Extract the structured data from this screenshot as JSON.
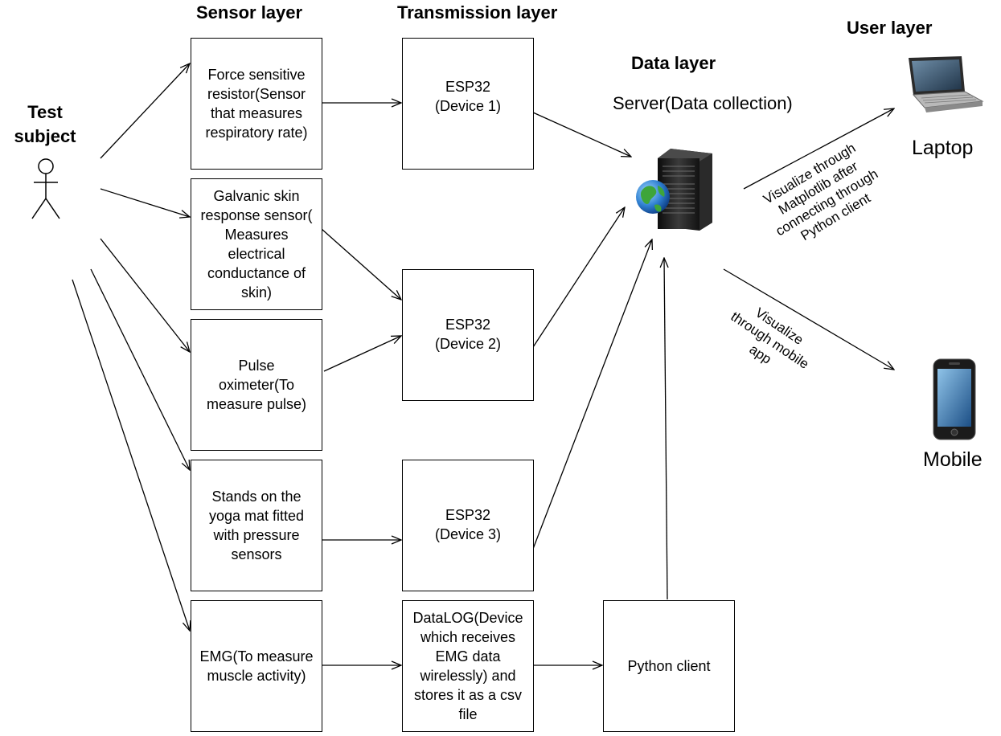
{
  "headers": {
    "sensor": "Sensor layer",
    "transmission": "Transmission layer",
    "data": "Data layer",
    "user": "User layer"
  },
  "actor": {
    "label": "Test\nsubject",
    "icon": "stick-figure-icon"
  },
  "sensors": [
    "Force sensitive\nresistor(Sensor\nthat measures\nrespiratory rate)",
    "Galvanic skin\nresponse sensor(\nMeasures\nelectrical\nconductance of\nskin)",
    "Pulse\noximeter(To\nmeasure pulse)",
    "Stands on the\nyoga mat fitted\nwith pressure\nsensors",
    "EMG(To measure\nmuscle activity)"
  ],
  "devices": [
    "ESP32\n(Device 1)",
    "ESP32\n(Device 2)",
    "ESP32\n(Device 3)",
    "DataLOG(Device\nwhich receives\nEMG data\nwirelessly) and\nstores it as a csv\nfile"
  ],
  "python_client": "Python client",
  "server": {
    "label": "Server(Data collection)",
    "icon": "server-globe-icon"
  },
  "laptop": {
    "label": "Laptop",
    "icon": "laptop-icon"
  },
  "mobile": {
    "label": "Mobile",
    "icon": "mobile-phone-icon"
  },
  "edge_labels": {
    "laptop": "Visualize through\nMatplotlib after\nconnecting through\nPython client",
    "mobile": "Visualize\nthrough mobile\napp"
  }
}
